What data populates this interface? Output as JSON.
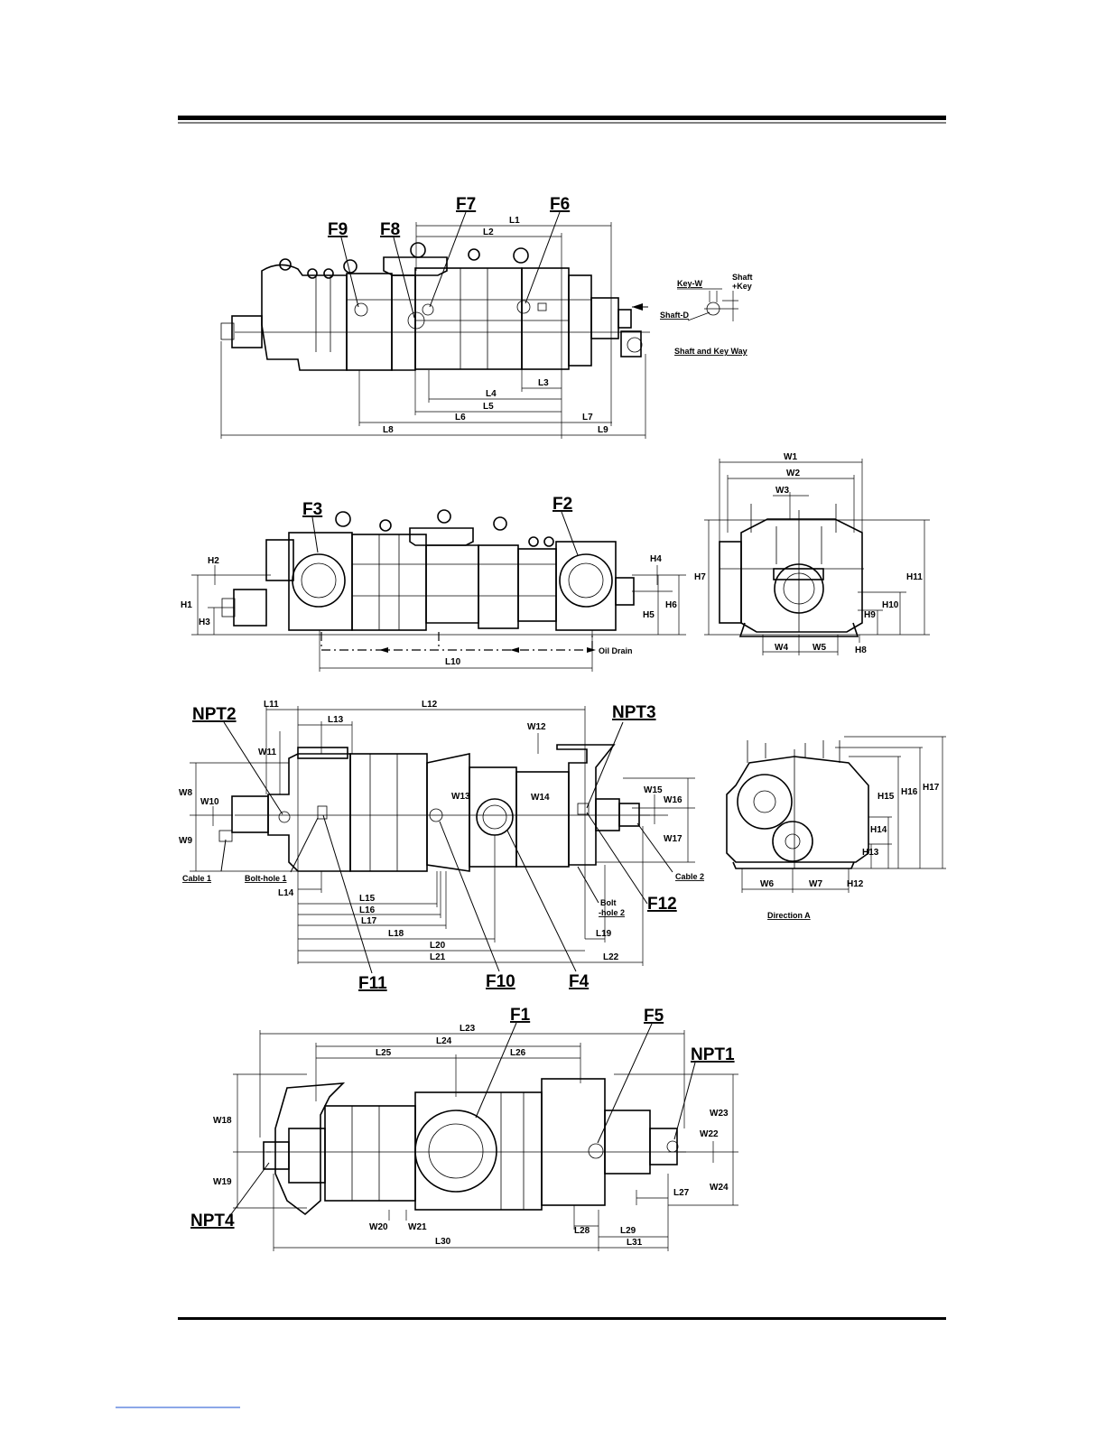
{
  "views": {
    "side_top": {
      "callouts": [
        "F9",
        "F8",
        "F7",
        "F6"
      ],
      "dimensions": [
        "L1",
        "L2",
        "L3",
        "L4",
        "L5",
        "L6",
        "L7",
        "L8",
        "L9"
      ],
      "shaft_detail": {
        "key_w": "Key-W",
        "shaft_key": "Shaft\n+Key",
        "shaft_d": "Shaft-D",
        "caption": "Shaft and Key Way"
      }
    },
    "side_middle": {
      "callouts": [
        "F3",
        "F2"
      ],
      "dimensions": [
        "H2",
        "H1",
        "H3",
        "H4",
        "H5",
        "H6",
        "L10"
      ],
      "oil_drain": "Oil Drain"
    },
    "end_top": {
      "dimensions": [
        "W1",
        "W2",
        "W3",
        "H7",
        "H11",
        "H10",
        "H9",
        "H8",
        "W4",
        "W5"
      ]
    },
    "plan_top": {
      "callouts": [
        "NPT2",
        "NPT3",
        "F11",
        "F10",
        "F4",
        "F12"
      ],
      "dimensions": [
        "L11",
        "L12",
        "L13",
        "W12",
        "W11",
        "W8",
        "W10",
        "W9",
        "W13",
        "W14",
        "W15",
        "W16",
        "W17",
        "L14",
        "L15",
        "L16",
        "L17",
        "L18",
        "L19",
        "L20",
        "L21",
        "L22"
      ],
      "labels": {
        "cable1": "Cable 1",
        "bolt_hole1": "Bolt-hole 1",
        "cable2": "Cable 2",
        "bolt_hole2_a": "Bolt",
        "bolt_hole2_b": "-hole 2"
      }
    },
    "end_direction_a": {
      "dimensions": [
        "H15",
        "H16",
        "H17",
        "H14",
        "H13",
        "H12",
        "W6",
        "W7"
      ],
      "caption": "Direction A"
    },
    "plan_bottom": {
      "callouts": [
        "F1",
        "F5",
        "NPT1",
        "NPT4"
      ],
      "dimensions": [
        "L23",
        "L24",
        "L25",
        "L26",
        "W18",
        "W19",
        "W23",
        "W22",
        "W24",
        "L27",
        "W20",
        "W21",
        "L28",
        "L29",
        "L30",
        "L31"
      ]
    }
  }
}
